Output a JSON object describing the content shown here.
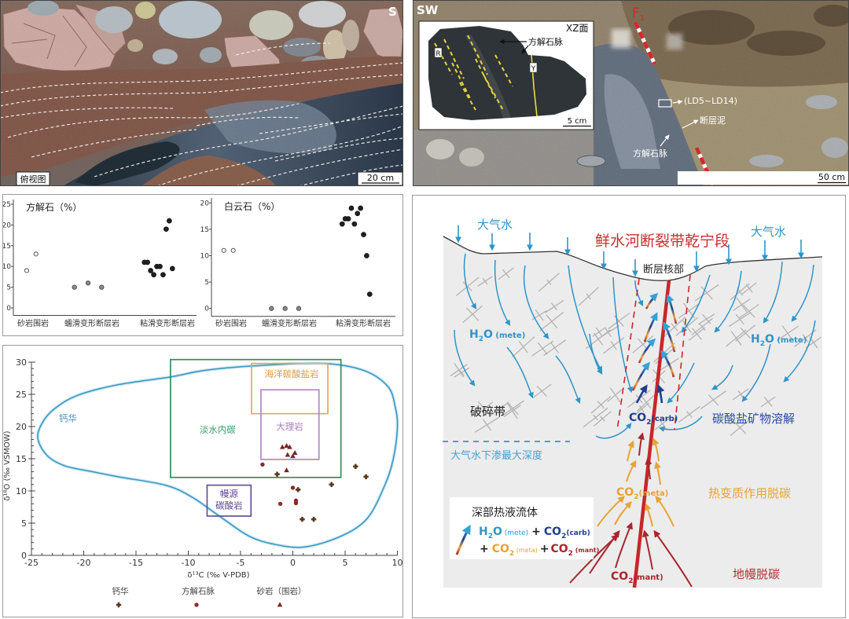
{
  "photo_top_view": {
    "orientation": "S",
    "view_label": "俯视图",
    "scale_label": "20 cm"
  },
  "photo_outcrop": {
    "orientation": "SW",
    "fault": {
      "letter": "F",
      "subscript": "1",
      "color": "#d42a2a"
    },
    "sample_label": "(LD5~LD14)",
    "gouge_label": "断层泥",
    "vein_label": "方解石脉",
    "scale_label": "50 cm",
    "inset": {
      "plane_label": "XZ面",
      "vein_label": "方解石脉",
      "r_label": "R",
      "y_label": "Y",
      "scale_label": "5 cm"
    }
  },
  "chart_data": [
    {
      "type": "scatter",
      "title": "方解石（%）",
      "xlabel": "",
      "ylabel": "方解石（%）",
      "categories": [
        "砂岩围岩",
        "蠕滑变形断层岩",
        "粘滑变形断层岩"
      ],
      "ylim": [
        0,
        25
      ],
      "yticks": [
        0,
        5,
        10,
        15,
        20,
        25
      ],
      "grid": false,
      "series": [
        {
          "name": "砂岩围岩",
          "marker": "open-circle",
          "values": [
            9,
            13
          ]
        },
        {
          "name": "蠕滑变形断层岩",
          "marker": "gray-circle",
          "values": [
            5,
            6,
            5
          ]
        },
        {
          "name": "粘滑变形断层岩",
          "marker": "black-circle",
          "values": [
            11,
            11,
            9,
            8,
            10,
            10,
            8,
            19,
            21,
            9.5
          ]
        }
      ]
    },
    {
      "type": "scatter",
      "title": "白云石（%）",
      "xlabel": "",
      "ylabel": "白云石（%）",
      "categories": [
        "砂岩围岩",
        "蠕滑变形断层岩",
        "粘滑变形断层岩"
      ],
      "ylim": [
        0,
        20
      ],
      "yticks": [
        0,
        5,
        10,
        15,
        20
      ],
      "grid": false,
      "series": [
        {
          "name": "砂岩围岩",
          "marker": "open-circle",
          "values": [
            11,
            11
          ]
        },
        {
          "name": "蠕滑变形断层岩",
          "marker": "gray-circle",
          "values": [
            0,
            0,
            0
          ]
        },
        {
          "name": "粘滑变形断层岩",
          "marker": "black-circle",
          "values": [
            16,
            17,
            17,
            19,
            16,
            18,
            19,
            14,
            10,
            2.7
          ]
        }
      ]
    },
    {
      "type": "scatter",
      "title": "",
      "xlabel": "δ¹³C (‰ V-PDB)",
      "ylabel": "δ¹⁸O (‰ VSMOW)",
      "xlim": [
        -25,
        10
      ],
      "ylim": [
        0,
        30
      ],
      "xticks": [
        -25,
        -20,
        -15,
        -10,
        -5,
        0,
        5,
        10
      ],
      "yticks": [
        0,
        5,
        10,
        15,
        20,
        25,
        30
      ],
      "grid": false,
      "legend_position": "bottom",
      "regions": [
        {
          "name": "钙华",
          "shape": "outline",
          "color": "#3a95c0",
          "label_color": "#4b8fc4",
          "label_lines": [
            "钙华"
          ],
          "label_at": [
            -21.5,
            20.8
          ],
          "outline": [
            [
              -24.4,
              18.3
            ],
            [
              -23.8,
              21.0
            ],
            [
              -22.6,
              23.0
            ],
            [
              -20.5,
              24.9
            ],
            [
              -16.7,
              26.5
            ],
            [
              -11.7,
              27.7
            ],
            [
              -8.5,
              28.7
            ],
            [
              -3.9,
              29.4
            ],
            [
              2.8,
              29.8
            ],
            [
              6.8,
              28.7
            ],
            [
              9.1,
              26.2
            ],
            [
              9.8,
              23.0
            ],
            [
              10.0,
              19.8
            ],
            [
              9.6,
              14.9
            ],
            [
              8.8,
              10.9
            ],
            [
              7.1,
              5.7
            ],
            [
              4.5,
              2.9
            ],
            [
              1.1,
              1.3
            ],
            [
              -1.7,
              1.7
            ],
            [
              -4.2,
              3.0
            ],
            [
              -7.2,
              6.3
            ],
            [
              -9.7,
              9.1
            ],
            [
              -12.2,
              10.9
            ],
            [
              -16.7,
              12.2
            ],
            [
              -19.2,
              13.0
            ],
            [
              -21.8,
              13.9
            ],
            [
              -23.5,
              15.5
            ]
          ]
        },
        {
          "name": "淡水内碳",
          "shape": "box",
          "x": [
            -11.7,
            4.6
          ],
          "y": [
            12.1,
            30.4
          ],
          "color": "#3a8b5b",
          "label_color": "#3f9a6a",
          "label_lines": [
            "淡水内碳"
          ],
          "label_at": [
            -7.2,
            19.0
          ]
        },
        {
          "name": "海洋碳酸盐岩",
          "shape": "box",
          "x": [
            -3.95,
            3.35
          ],
          "y": [
            22.0,
            29.8
          ],
          "color": "#e3a85a",
          "label_color": "#d99a45",
          "label_lines": [
            "海洋碳酸盐岩"
          ],
          "label_at": [
            -0.1,
            27.7
          ]
        },
        {
          "name": "大理岩",
          "shape": "box",
          "x": [
            -3.05,
            2.5
          ],
          "y": [
            14.9,
            25.7
          ],
          "color": "#b487c6",
          "label_color": "#a87bbd",
          "label_lines": [
            "大理岩"
          ],
          "label_at": [
            -0.3,
            19.5
          ]
        },
        {
          "name": "幔源碳酸岩",
          "shape": "box",
          "x": [
            -8.2,
            -4.0
          ],
          "y": [
            6.1,
            10.9
          ],
          "color": "#6a4f98",
          "label_color": "#5b3f92",
          "label_lines": [
            "幔源",
            "碳酸岩"
          ],
          "label_at": [
            -6.1,
            9.1
          ]
        }
      ],
      "series": [
        {
          "name": "钙华",
          "marker": "plus",
          "color": "#5b3a1f",
          "points": [
            [
              -1.5,
              12.6
            ],
            [
              0.5,
              10.2
            ],
            [
              3.7,
              11.0
            ],
            [
              6.0,
              13.8
            ],
            [
              7.0,
              12.2
            ],
            [
              0.9,
              5.6
            ],
            [
              2.0,
              5.6
            ]
          ]
        },
        {
          "name": "方解石脉",
          "marker": "circle",
          "color": "#8b2c2c",
          "points": [
            [
              -2.9,
              14.1
            ],
            [
              0.0,
              10.5
            ],
            [
              -1.2,
              8.0
            ],
            [
              0.3,
              8.5
            ],
            [
              0.3,
              8.1
            ]
          ]
        },
        {
          "name": "砂岩（围岩）",
          "marker": "triangle",
          "color": "#7a2424",
          "points": [
            [
              -1.0,
              16.8
            ],
            [
              -0.6,
              17.0
            ],
            [
              -0.3,
              16.8
            ],
            [
              -0.5,
              15.6
            ],
            [
              0.0,
              15.4
            ],
            [
              0.2,
              15.9
            ],
            [
              -0.6,
              13.2
            ]
          ]
        }
      ]
    }
  ],
  "diagram": {
    "title": "鲜水河断裂带乾宁段",
    "meteoric_water_left": "大气水",
    "meteoric_water_right": "大气水",
    "fault_core": "断层核部",
    "fracture_zone": "破碎带",
    "max_infiltration_depth": "大气水下渗最大深度",
    "carbonate_dissolution": "碳酸盐矿物溶解",
    "thermal_decarbonation": "热变质作用脱碳",
    "mantle_decarbonation": "地幔脱碳",
    "species": {
      "h2o_mete": {
        "a": "H",
        "sub": "2",
        "b": "O",
        "qual": " (mete)"
      },
      "co2_carb": {
        "a": "CO",
        "sub": "2",
        "qual": "(carb)"
      },
      "co2_meta": {
        "a": "CO",
        "sub": "2",
        "qual": "(meta)"
      },
      "co2_mant": {
        "a": "CO",
        "sub": "2",
        "qual": "(mant)"
      }
    },
    "legend": {
      "title": "深部热液流体",
      "plus": "+",
      "h2o": {
        "a": "H",
        "sub": "2",
        "b": "O",
        "qual": " (mete)"
      },
      "co2_carb": {
        "a": "CO",
        "sub": "2",
        "qual": "(carb)"
      },
      "co2_meta": {
        "a": "CO",
        "sub": "2",
        "qual": " (meta)"
      },
      "co2_mant": {
        "a": "CO",
        "sub": "2",
        "qual": " (mant)"
      }
    },
    "colors": {
      "meteoric": "#2e95c8",
      "carb": "#1f3f91",
      "carb_text": "#2a4aa0",
      "meta": "#e9a236",
      "mant": "#a8262c",
      "mant_text": "#b23030",
      "title": "#c6302e",
      "fault": "#c8262a"
    }
  }
}
